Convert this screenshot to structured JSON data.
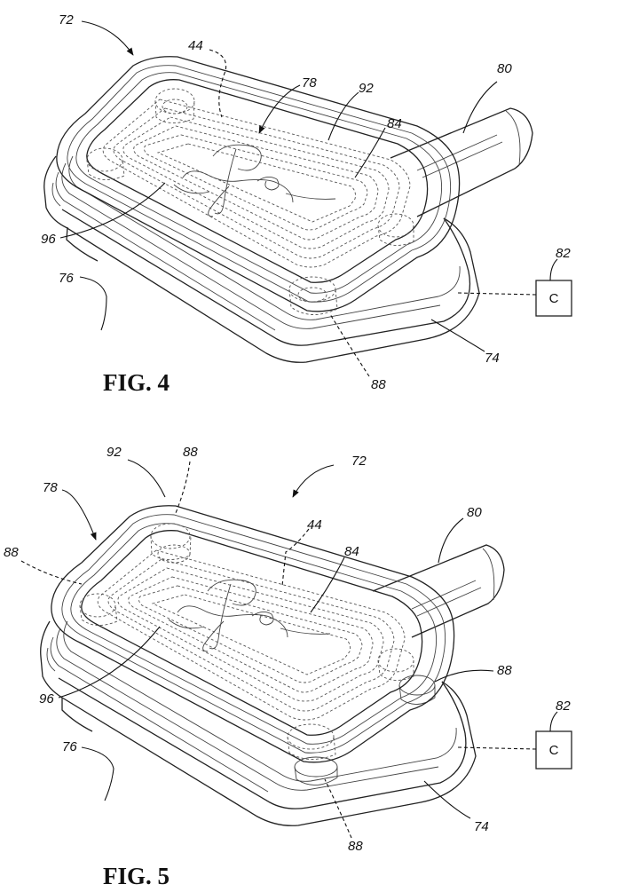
{
  "figures": [
    {
      "label": "FIG. 4",
      "controller_label": "C",
      "refs": {
        "r72": "72",
        "r44": "44",
        "r78": "78",
        "r92": "92",
        "r80": "80",
        "r84": "84",
        "r96": "96",
        "r82": "82",
        "r76": "76",
        "r74": "74",
        "r88": "88"
      }
    },
    {
      "label": "FIG. 5",
      "controller_label": "C",
      "refs": {
        "r92": "92",
        "r88a": "88",
        "r72": "72",
        "r78": "78",
        "r44": "44",
        "r80": "80",
        "r88b": "88",
        "r84": "84",
        "r88c": "88",
        "r96": "96",
        "r82": "82",
        "r76": "76",
        "r74": "74",
        "r88d": "88"
      }
    }
  ]
}
